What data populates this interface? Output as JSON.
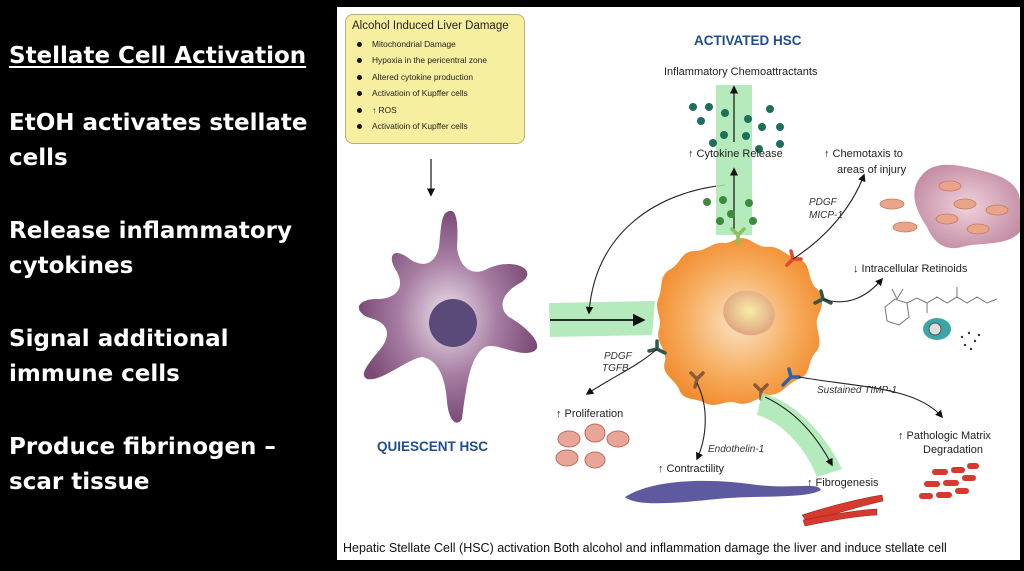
{
  "slide": {
    "title": "Stellate Cell Activation",
    "points": [
      "EtOH activates stellate cells",
      "Release inflammatory cytokines",
      "Signal additional immune cells",
      "Produce fibrinogen – scar tissue"
    ]
  },
  "figure": {
    "damage_box": {
      "title": "Alcohol Induced Liver Damage",
      "items": [
        "Mitochondrial Damage",
        "Hypoxia in the pericentral zone",
        "Altered cytokine production",
        "Activatioin of Kupffer cells",
        "↑ ROS",
        "Activatioin of Kupffer cells"
      ]
    },
    "quiescent_label": "QUIESCENT HSC",
    "activated_label": "ACTIVATED HSC",
    "labels": {
      "chemoattractants": "Inflammatory Chemoattractants",
      "cytokine_release": "↑ Cytokine Release",
      "chemotaxis_1": "↑ Chemotaxis to",
      "chemotaxis_2": "areas of injury",
      "pdgf_micp_1": "PDGF",
      "pdgf_micp_2": "MICP-1",
      "retinoids": "↓ Intracellular Retinoids",
      "pdgf_tgfb_1": "PDGF",
      "pdgf_tgfb_2": "TGFB",
      "proliferation": "↑ Proliferation",
      "endothelin": "Endothelin-1",
      "contractility": "↑ Contractility",
      "fibrogenesis": "↑ Fibrogenesis",
      "timp": "Sustained TIMP-1",
      "matrix_1": "↑ Pathologic Matrix",
      "matrix_2": "Degradation"
    },
    "caption": "Hepatic Stellate Cell (HSC) activation Both alcohol and inflammation damage the liver and induce stellate cell",
    "colors": {
      "title_blue": "#1f4e8c",
      "green_band": "#a8e6b0",
      "activated_cell": "#f5a04a",
      "quiescent_cell": "#8a5a85",
      "box_fill": "#f6ef9f"
    }
  }
}
